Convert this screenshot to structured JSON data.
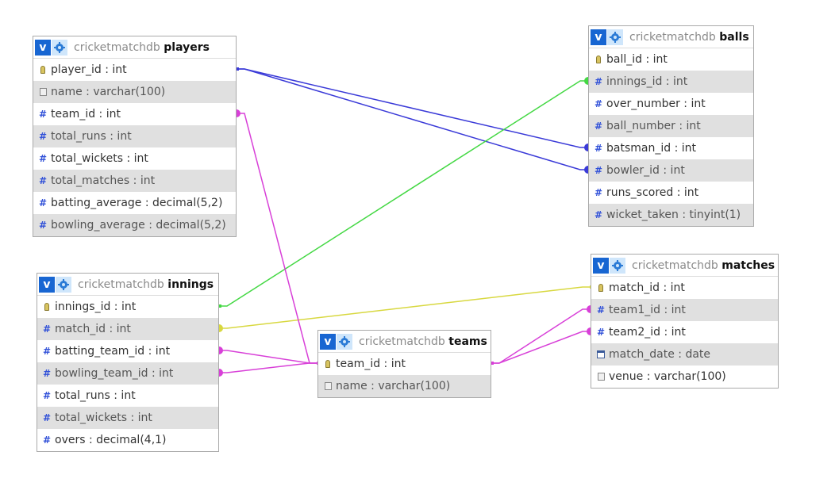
{
  "db_name": "cricketmatchdb",
  "tables": [
    {
      "id": "players",
      "name": "players",
      "columns": [
        {
          "text": "player_id : int",
          "icon": "key-icon"
        },
        {
          "text": "name : varchar(100)",
          "icon": "text-icon"
        },
        {
          "text": "team_id : int",
          "icon": "hash-icon"
        },
        {
          "text": "total_runs : int",
          "icon": "hash-icon"
        },
        {
          "text": "total_wickets : int",
          "icon": "hash-icon"
        },
        {
          "text": "total_matches : int",
          "icon": "hash-icon"
        },
        {
          "text": "batting_average : decimal(5,2)",
          "icon": "hash-icon"
        },
        {
          "text": "bowling_average : decimal(5,2)",
          "icon": "hash-icon"
        }
      ]
    },
    {
      "id": "balls",
      "name": "balls",
      "columns": [
        {
          "text": "ball_id : int",
          "icon": "key-icon"
        },
        {
          "text": "innings_id : int",
          "icon": "hash-icon"
        },
        {
          "text": "over_number : int",
          "icon": "hash-icon"
        },
        {
          "text": "ball_number : int",
          "icon": "hash-icon"
        },
        {
          "text": "batsman_id : int",
          "icon": "hash-icon"
        },
        {
          "text": "bowler_id : int",
          "icon": "hash-icon"
        },
        {
          "text": "runs_scored : int",
          "icon": "hash-icon"
        },
        {
          "text": "wicket_taken : tinyint(1)",
          "icon": "hash-icon"
        }
      ]
    },
    {
      "id": "innings",
      "name": "innings",
      "columns": [
        {
          "text": "innings_id : int",
          "icon": "key-icon"
        },
        {
          "text": "match_id : int",
          "icon": "hash-icon"
        },
        {
          "text": "batting_team_id : int",
          "icon": "hash-icon"
        },
        {
          "text": "bowling_team_id : int",
          "icon": "hash-icon"
        },
        {
          "text": "total_runs : int",
          "icon": "hash-icon"
        },
        {
          "text": "total_wickets : int",
          "icon": "hash-icon"
        },
        {
          "text": "overs : decimal(4,1)",
          "icon": "hash-icon"
        }
      ]
    },
    {
      "id": "matches",
      "name": "matches",
      "columns": [
        {
          "text": "match_id : int",
          "icon": "key-icon"
        },
        {
          "text": "team1_id : int",
          "icon": "hash-icon"
        },
        {
          "text": "team2_id : int",
          "icon": "hash-icon"
        },
        {
          "text": "match_date : date",
          "icon": "date-icon"
        },
        {
          "text": "venue : varchar(100)",
          "icon": "text-icon"
        }
      ]
    },
    {
      "id": "teams",
      "name": "teams",
      "columns": [
        {
          "text": "team_id : int",
          "icon": "key-icon"
        },
        {
          "text": "name : varchar(100)",
          "icon": "text-icon"
        }
      ]
    }
  ],
  "relations": [
    {
      "from": "players.player_id",
      "to": "balls.batsman_id",
      "color": "#3a3ad8"
    },
    {
      "from": "players.player_id",
      "to": "balls.bowler_id",
      "color": "#3a3ad8"
    },
    {
      "from": "innings.innings_id",
      "to": "balls.innings_id",
      "color": "#44d844"
    },
    {
      "from": "matches.match_id",
      "to": "innings.match_id",
      "color": "#d8d840"
    },
    {
      "from": "teams.team_id",
      "to": "players.team_id",
      "color": "#d840d8"
    },
    {
      "from": "teams.team_id",
      "to": "innings.batting_team_id",
      "color": "#d840d8"
    },
    {
      "from": "teams.team_id",
      "to": "innings.bowling_team_id",
      "color": "#d840d8"
    },
    {
      "from": "teams.team_id",
      "to": "matches.team1_id",
      "color": "#d840d8"
    },
    {
      "from": "teams.team_id",
      "to": "matches.team2_id",
      "color": "#d840d8"
    }
  ]
}
